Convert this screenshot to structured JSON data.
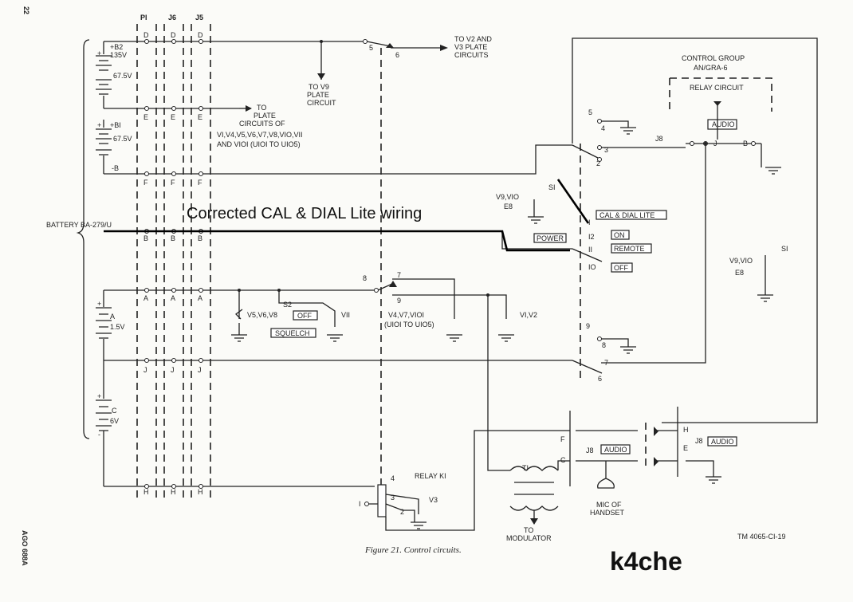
{
  "page_number": "22",
  "side_code": "AGO 688A",
  "connectors": {
    "p1": "PI",
    "j6": "J6",
    "j5": "J5"
  },
  "pins": {
    "d": "D",
    "e": "E",
    "f": "F",
    "b": "B",
    "a": "A",
    "j": "J",
    "h": "H"
  },
  "battery": {
    "name": "BATTERY BA-279/U",
    "b2": "+B2",
    "b2_v": "135V",
    "b2_mid": "67.5V",
    "b1": "+BI",
    "b1_mid": "67.5V",
    "minus_b": "-B",
    "a": "A",
    "a_v": "1.5V",
    "c": "C",
    "c_v": "6V",
    "plus": "+",
    "minus": "-"
  },
  "notes": {
    "to_v9": "TO V9 PLATE CIRCUIT",
    "to_v2": "TO V2 AND V3 PLATE CIRCUITS",
    "to_plate": "TO PLATE CIRCUITS OF VI,V4,V5,V6,V7,V8,VIO,VII AND VIOI (UIOI TO UIO5)",
    "v5": "V5,V6,V8",
    "s2": "S2",
    "off": "OFF",
    "squelch": "SQUELCH",
    "v11": "VII",
    "v4": "V4,V7,VIOI",
    "v4_sub": "(UIOI TO UIO5)",
    "v1": "VI,V2",
    "relay": "RELAY KI",
    "v3": "V3",
    "t1": "TI",
    "to_mod": "TO MODULATOR",
    "mic": "MIC OF HANDSET",
    "control_group": "CONTROL GROUP",
    "an_gra": "AN/GRA-6",
    "relay_circuit": "RELAY CIRCUIT",
    "audio": "AUDIO",
    "j8": "J8",
    "v9v10": "V9,VIO",
    "e8": "E8",
    "si": "SI",
    "cal": "CAL & DIAL LITE",
    "power": "POWER",
    "on": "ON",
    "remote": "REMOTE",
    "off2": "OFF",
    "tm": "TM 4065-CI-19"
  },
  "terminals": {
    "t1": "I",
    "t2": "2",
    "t3": "3",
    "t4": "4",
    "t5": "5",
    "t6": "6",
    "t7": "7",
    "t8": "8",
    "t9": "9",
    "t10": "IO",
    "t11": "II",
    "t12": "I2",
    "j_pin": "J",
    "b_pin": "B",
    "f_pin": "F",
    "c_pin": "C",
    "h_pin": "H",
    "e_pin": "E"
  },
  "annotation": "Corrected CAL & DIAL Lite wiring",
  "caption": "Figure 21.  Control circuits.",
  "watermark": "k4che"
}
